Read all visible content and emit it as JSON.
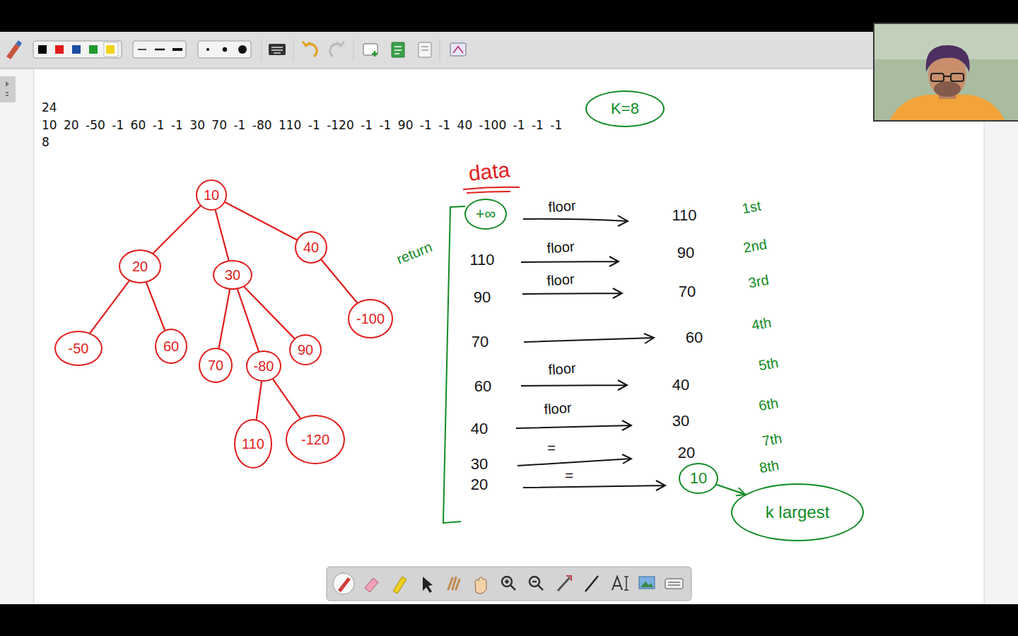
{
  "diagram": {
    "nodes": [
      {
        "text": [
          "K=8"
        ]
      },
      {
        "text": [
          "10"
        ]
      },
      {
        "text": [
          "20"
        ]
      },
      {
        "text": [
          "30"
        ]
      },
      {
        "text": [
          "40"
        ]
      },
      {
        "text": [
          "-50"
        ]
      },
      {
        "text": [
          "60"
        ]
      },
      {
        "text": [
          "70"
        ]
      },
      {
        "text": [
          "-80"
        ]
      },
      {
        "text": [
          "90"
        ]
      },
      {
        "text": [
          "-100"
        ]
      },
      {
        "text": [
          "110"
        ]
      },
      {
        "text": [
          "-120"
        ]
      },
      {
        "text": [
          "+∞"
        ]
      },
      {
        "text": [
          "10"
        ]
      },
      {
        "text": [
          "k largest"
        ]
      }
    ],
    "edges": [
      {
        "from": 1,
        "to": 2,
        "arrow": "none"
      },
      {
        "from": 1,
        "to": 3,
        "arrow": "none"
      },
      {
        "from": 1,
        "to": 4,
        "arrow": "none"
      },
      {
        "from": 2,
        "to": 5,
        "arrow": "none"
      },
      {
        "from": 2,
        "to": 6,
        "arrow": "none"
      },
      {
        "from": 3,
        "to": 7,
        "arrow": "none"
      },
      {
        "from": 3,
        "to": 8,
        "arrow": "none"
      },
      {
        "from": 3,
        "to": 9,
        "arrow": "none"
      },
      {
        "from": 4,
        "to": 10,
        "arrow": "none"
      },
      {
        "from": 8,
        "to": 11,
        "arrow": "none"
      },
      {
        "from": 8,
        "to": 12,
        "arrow": "none"
      },
      {
        "from": 14,
        "to": 15,
        "arrow": "to"
      }
    ],
    "labels": [
      "24",
      "10 20 -50 -1 60 -1 -1 30 70 -1 -80 110 -1 -120 -1 -1 90 -1 -1 40 -100 -1 -1 -1",
      "8",
      "data",
      "return",
      "floor",
      "110",
      "1st",
      "110",
      "floor",
      "90",
      "2nd",
      "90",
      "floor",
      "70",
      "3rd",
      "70",
      "60",
      "4th",
      "60",
      "floor",
      "40",
      "5th",
      "40",
      "floor",
      "30",
      "6th",
      "30",
      "=",
      "20",
      "7th",
      "20",
      "=",
      "8th"
    ]
  }
}
